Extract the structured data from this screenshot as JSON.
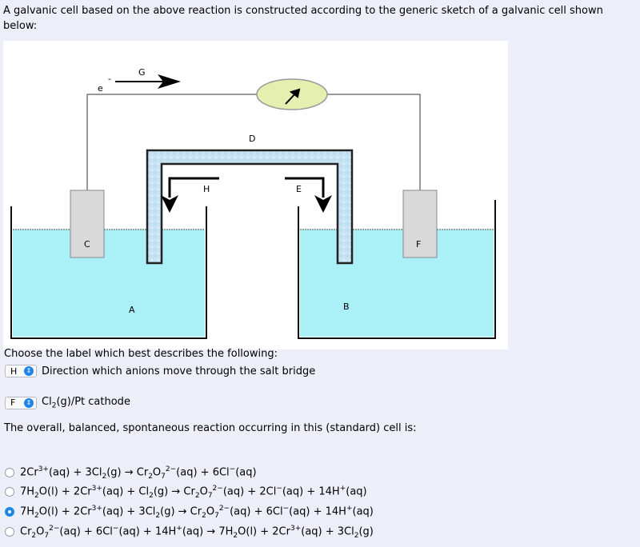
{
  "intro_text": "A galvanic cell based on the above reaction is constructed according to the generic sketch of a galvanic cell shown below:",
  "figure_labels": {
    "electron": "e",
    "electron_sup": "-",
    "A": "A",
    "B": "B",
    "C": "C",
    "D": "D",
    "E": "E",
    "F": "F",
    "G": "G",
    "H": "H"
  },
  "prompt": "Choose the label which best describes the following:",
  "questions": [
    {
      "selected": "H",
      "text": "Direction which anions move through the salt bridge"
    },
    {
      "selected": "F",
      "text_pre": "Cl",
      "text_sub": "2",
      "text_post": "(g)/Pt cathode"
    }
  ],
  "summary": "The overall, balanced, spontaneous reaction occurring in this (standard) cell is:",
  "options_selected_index": 2,
  "colors": {
    "solution": "#aaf0f6",
    "bridge": "#bfe0f2",
    "meter": "#e5f0b0",
    "electrode": "#d9d9d9",
    "radio_selected": "#1e86e6"
  }
}
